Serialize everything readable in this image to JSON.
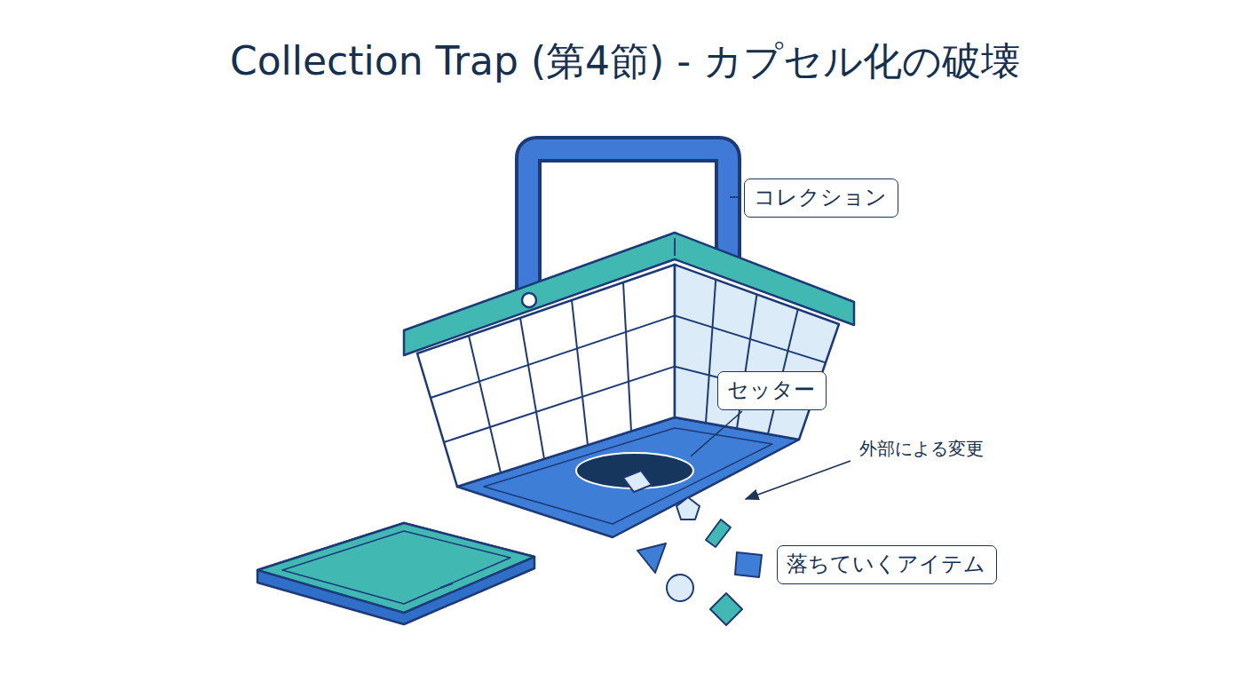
{
  "diagram": {
    "title": "Collection Trap (第4節) - カプセル化の破壊",
    "nodes": [
      {
        "text": [
          "コレクション"
        ]
      },
      {
        "text": [
          "セッター"
        ]
      },
      {
        "text": [
          "落ちていくアイテム"
        ]
      }
    ],
    "labels": [
      "外部による変更"
    ]
  }
}
